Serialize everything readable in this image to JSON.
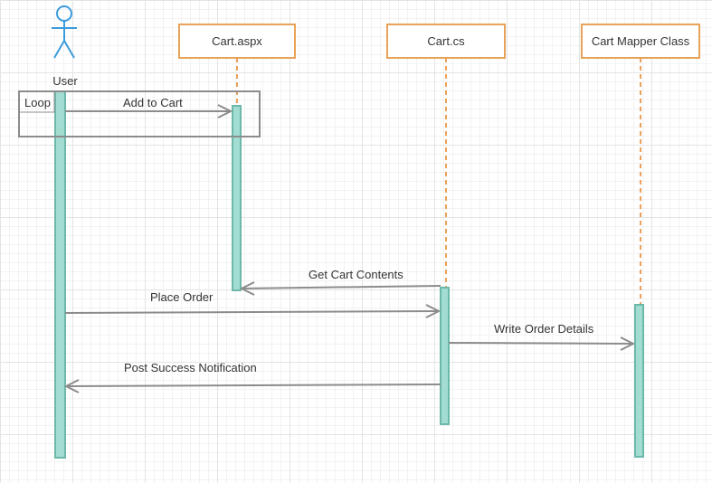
{
  "colors": {
    "participant_border": "#e8a25a",
    "lifeline": "#e8a25a",
    "activation_fill": "#a3ddd2",
    "activation_stroke": "#6cb8aa",
    "actor": "#3b9bdb",
    "message": "#8c8c8c",
    "loop_border": "#8c8c8c"
  },
  "actor": {
    "label": "User",
    "icon": "stick-figure-icon"
  },
  "participants": [
    {
      "id": "cart-aspx",
      "label": "Cart.aspx"
    },
    {
      "id": "cart-cs",
      "label": "Cart.cs"
    },
    {
      "id": "cart-mapper",
      "label": "Cart Mapper Class"
    }
  ],
  "fragment": {
    "label": "Loop"
  },
  "messages": [
    {
      "from": "User",
      "to": "Cart.aspx",
      "label": "Add to Cart"
    },
    {
      "from": "Cart.cs",
      "to": "Cart.aspx",
      "label": "Get Cart Contents"
    },
    {
      "from": "User",
      "to": "Cart.cs",
      "label": "Place Order"
    },
    {
      "from": "Cart.cs",
      "to": "Cart Mapper Class",
      "label": "Write Order Details"
    },
    {
      "from": "Cart.cs",
      "to": "User",
      "label": "Post Success Notification"
    }
  ]
}
